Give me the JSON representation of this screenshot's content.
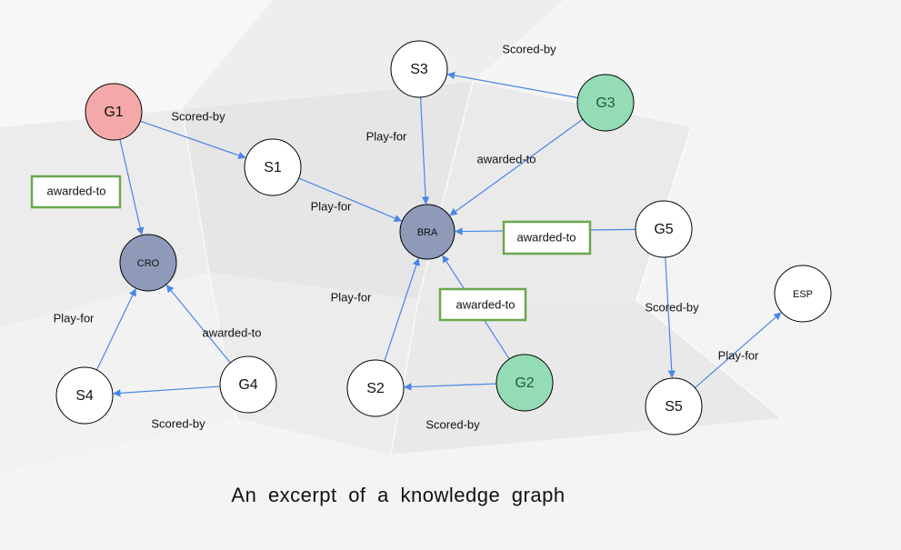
{
  "caption": "An excerpt of a knowledge graph",
  "colors": {
    "goal_red": "#f4a9a8",
    "goal_green": "#93dcb5",
    "team": "#8e9ab8",
    "plain": "#ffffff",
    "edge": "#4a86e8",
    "highlight_box": "#6aa84f"
  },
  "nodes": {
    "G1": {
      "label": "G1",
      "style": "goal_red"
    },
    "S1": {
      "label": "S1",
      "style": "plain"
    },
    "CRO": {
      "label": "CRO",
      "style": "team"
    },
    "S4": {
      "label": "S4",
      "style": "plain"
    },
    "G4": {
      "label": "G4",
      "style": "plain"
    },
    "S3": {
      "label": "S3",
      "style": "plain"
    },
    "G3": {
      "label": "G3",
      "style": "goal_green"
    },
    "BRA": {
      "label": "BRA",
      "style": "team"
    },
    "S2": {
      "label": "S2",
      "style": "plain"
    },
    "G2": {
      "label": "G2",
      "style": "goal_green"
    },
    "G5": {
      "label": "G5",
      "style": "plain"
    },
    "S5": {
      "label": "S5",
      "style": "plain"
    },
    "ESP": {
      "label": "ESP",
      "style": "plain"
    }
  },
  "edges": [
    {
      "from": "G1",
      "to": "S1",
      "label": "Scored-by",
      "highlighted": false
    },
    {
      "from": "G1",
      "to": "CRO",
      "label": "awarded-to",
      "highlighted": true
    },
    {
      "from": "S1",
      "to": "BRA",
      "label": "Play-for",
      "highlighted": false
    },
    {
      "from": "S4",
      "to": "CRO",
      "label": "Play-for",
      "highlighted": false
    },
    {
      "from": "G4",
      "to": "CRO",
      "label": "awarded-to",
      "highlighted": false
    },
    {
      "from": "G4",
      "to": "S4",
      "label": "Scored-by",
      "highlighted": false
    },
    {
      "from": "G3",
      "to": "S3",
      "label": "Scored-by",
      "highlighted": false
    },
    {
      "from": "S3",
      "to": "BRA",
      "label": "Play-for",
      "highlighted": false
    },
    {
      "from": "G3",
      "to": "BRA",
      "label": "awarded-to",
      "highlighted": false
    },
    {
      "from": "G5",
      "to": "BRA",
      "label": "awarded-to",
      "highlighted": true
    },
    {
      "from": "S2",
      "to": "BRA",
      "label": "Play-for",
      "highlighted": false
    },
    {
      "from": "G2",
      "to": "BRA",
      "label": "awarded-to",
      "highlighted": true
    },
    {
      "from": "G2",
      "to": "S2",
      "label": "Scored-by",
      "highlighted": false
    },
    {
      "from": "G5",
      "to": "S5",
      "label": "Scored-by",
      "highlighted": false
    },
    {
      "from": "S5",
      "to": "ESP",
      "label": "Play-for",
      "highlighted": false
    }
  ]
}
